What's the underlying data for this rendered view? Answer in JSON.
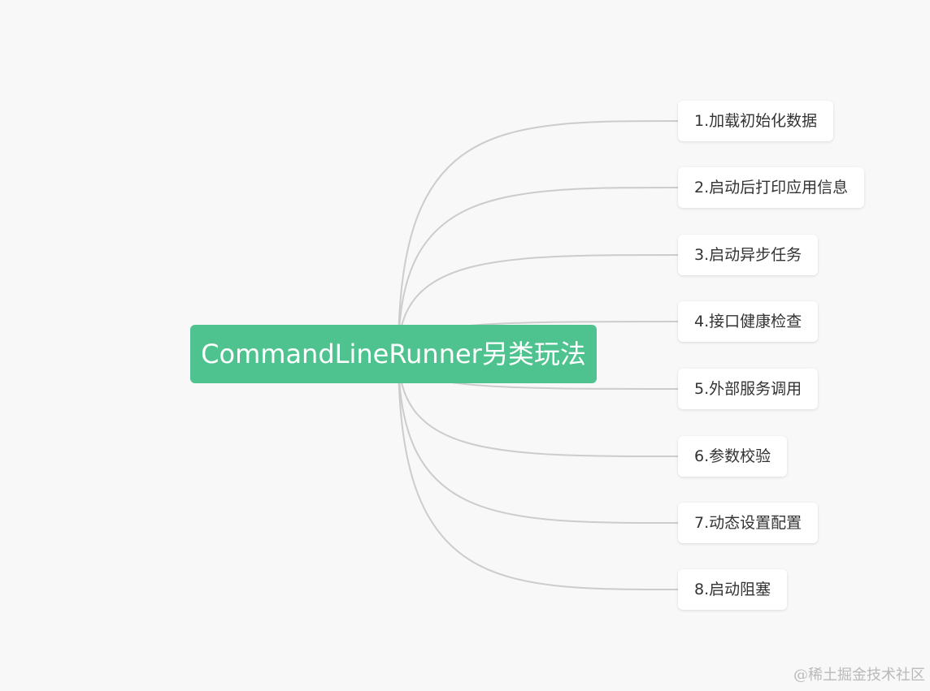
{
  "root": {
    "label": "CommandLineRunner另类玩法",
    "color": "#4fc38f"
  },
  "children": [
    {
      "label": "1.加载初始化数据"
    },
    {
      "label": "2.启动后打印应用信息"
    },
    {
      "label": "3.启动异步任务"
    },
    {
      "label": "4.接口健康检查"
    },
    {
      "label": "5.外部服务调用"
    },
    {
      "label": "6.参数校验"
    },
    {
      "label": "7.动态设置配置"
    },
    {
      "label": "8.启动阻塞"
    }
  ],
  "connector_color": "#cccccc",
  "watermark": "@稀土掘金技术社区"
}
